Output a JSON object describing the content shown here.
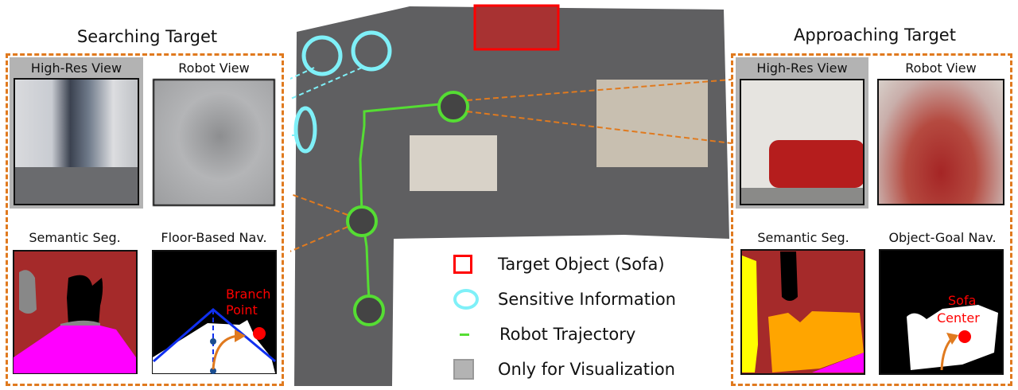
{
  "left_panel": {
    "title": "Searching Target",
    "high_res_label": "High-Res View",
    "robot_view_label": "Robot View",
    "semantic_label": "Semantic Seg.",
    "nav_label": "Floor-Based Nav.",
    "nav_annotation": [
      "Branch",
      "Point"
    ]
  },
  "right_panel": {
    "title": "Approaching Target",
    "high_res_label": "High-Res View",
    "robot_view_label": "Robot View",
    "semantic_label": "Semantic Seg.",
    "nav_label": "Object-Goal Nav.",
    "nav_annotation": [
      "Sofa",
      "Center"
    ]
  },
  "legend": [
    {
      "label": "Target Object (Sofa)",
      "symbol": "red-square",
      "color": "#ff0000"
    },
    {
      "label": "Sensitive Information",
      "symbol": "cyan-circle",
      "color": "#7ff0f8"
    },
    {
      "label": "Robot Trajectory",
      "symbol": "green-line",
      "color": "#55dd33"
    },
    {
      "label": "Only for Visualization",
      "symbol": "gray-square",
      "color": "#b3b3b3"
    }
  ],
  "colors": {
    "panel_border": "#e07a1f",
    "trajectory": "#55dd33",
    "sensitive": "#7ff0f8",
    "target": "#ff0000"
  }
}
